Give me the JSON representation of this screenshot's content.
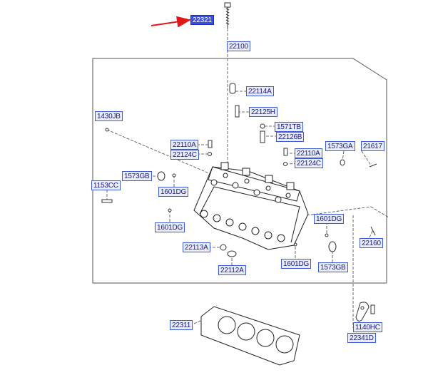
{
  "parts": {
    "p22321": "22321",
    "p22100": "22100",
    "p22114A": "22114A",
    "p1430JB": "1430JB",
    "p22125H": "22125H",
    "p1571TB": "1571TB",
    "p22126B": "22126B",
    "p22110A_l": "22110A",
    "p22124C_l": "22124C",
    "p22110A_r": "22110A",
    "p22124C_r": "22124C",
    "p1573GA": "1573GA",
    "p21617": "21617",
    "p1573GB_l": "1573GB",
    "p1153CC": "1153CC",
    "p1601DG_a": "1601DG",
    "p1601DG_b": "1601DG",
    "p1601DG_c": "1601DG",
    "p1601DG_d": "1601DG",
    "p22160": "22160",
    "p22113A": "22113A",
    "p22112A": "22112A",
    "p1573GB_r": "1573GB",
    "p22311": "22311",
    "p1140HC": "1140HC",
    "p22341D": "22341D"
  },
  "colors": {
    "highlight": "#3b4fe0",
    "label_border": "#3d5bd9",
    "pointer_arrow": "#e01818"
  }
}
